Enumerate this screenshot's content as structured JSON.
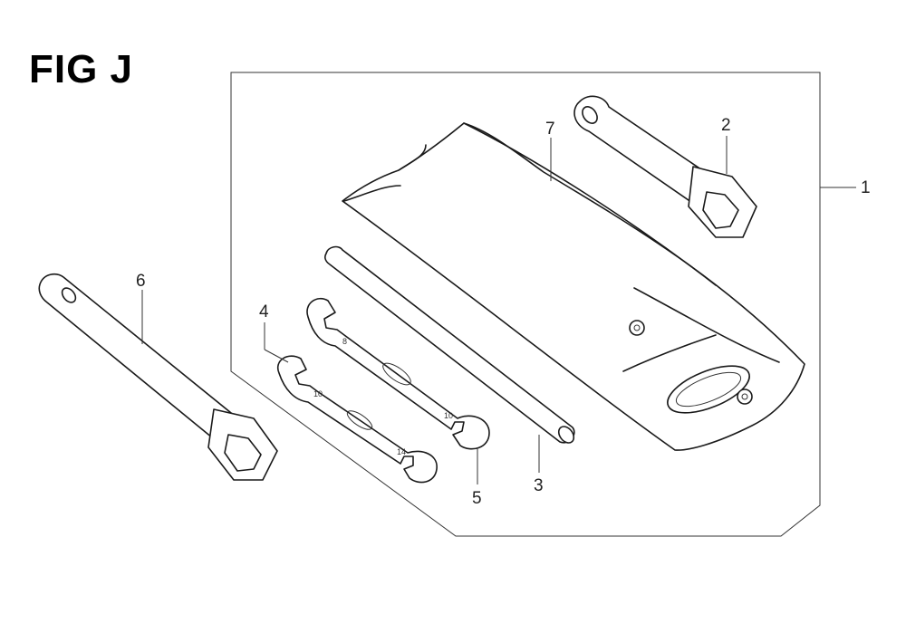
{
  "figure": {
    "title": "FIG J"
  },
  "callouts": [
    {
      "id": "1",
      "label": "1"
    },
    {
      "id": "2",
      "label": "2"
    },
    {
      "id": "3",
      "label": "3"
    },
    {
      "id": "4",
      "label": "4"
    },
    {
      "id": "5",
      "label": "5"
    },
    {
      "id": "6",
      "label": "6"
    },
    {
      "id": "7",
      "label": "7"
    }
  ],
  "wrench_markings": {
    "wrench_upper_small": "8",
    "wrench_upper_large": "10",
    "wrench_lower_small": "10",
    "wrench_lower_large": "14"
  }
}
